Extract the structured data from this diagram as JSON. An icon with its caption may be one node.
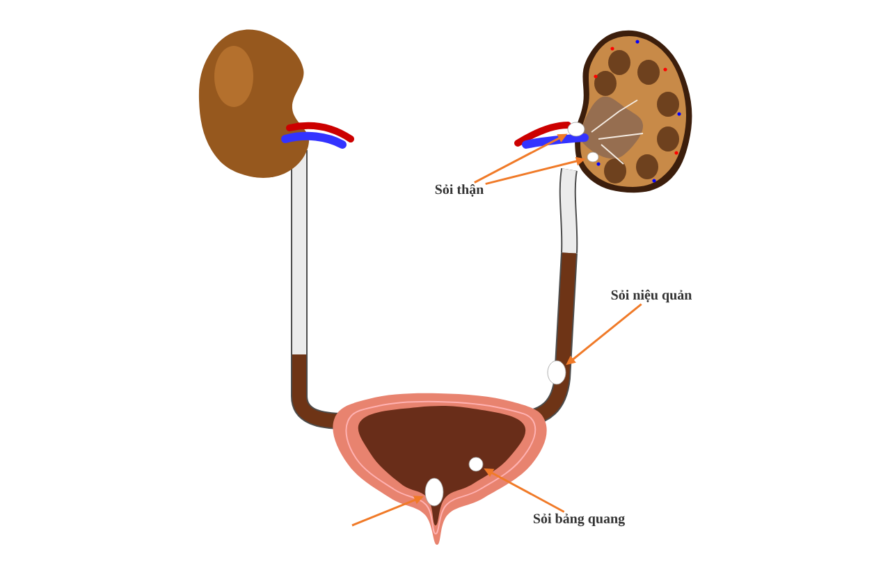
{
  "diagram": {
    "nodes": [
      {
        "text": [
          "Sỏi thận"
        ]
      },
      {
        "text": [
          "Sỏi niệu quản"
        ]
      },
      {
        "text": [
          "Sỏi bảng quang"
        ]
      },
      {
        "text": [],
        "shape": "circle"
      },
      {
        "text": [],
        "shape": "circle"
      },
      {
        "text": [],
        "shape": "circle"
      },
      {
        "text": [],
        "shape": "circle"
      },
      {
        "text": [],
        "shape": "circle"
      }
    ],
    "edges": [
      {
        "from": 0,
        "to": 3,
        "arrow": "to"
      },
      {
        "from": 0,
        "to": 4,
        "arrow": "to"
      },
      {
        "from": 1,
        "to": 5,
        "arrow": "to"
      },
      {
        "from": 2,
        "to": 6,
        "arrow": "to"
      },
      {
        "from": null,
        "to": 7,
        "arrow": "to"
      }
    ]
  }
}
